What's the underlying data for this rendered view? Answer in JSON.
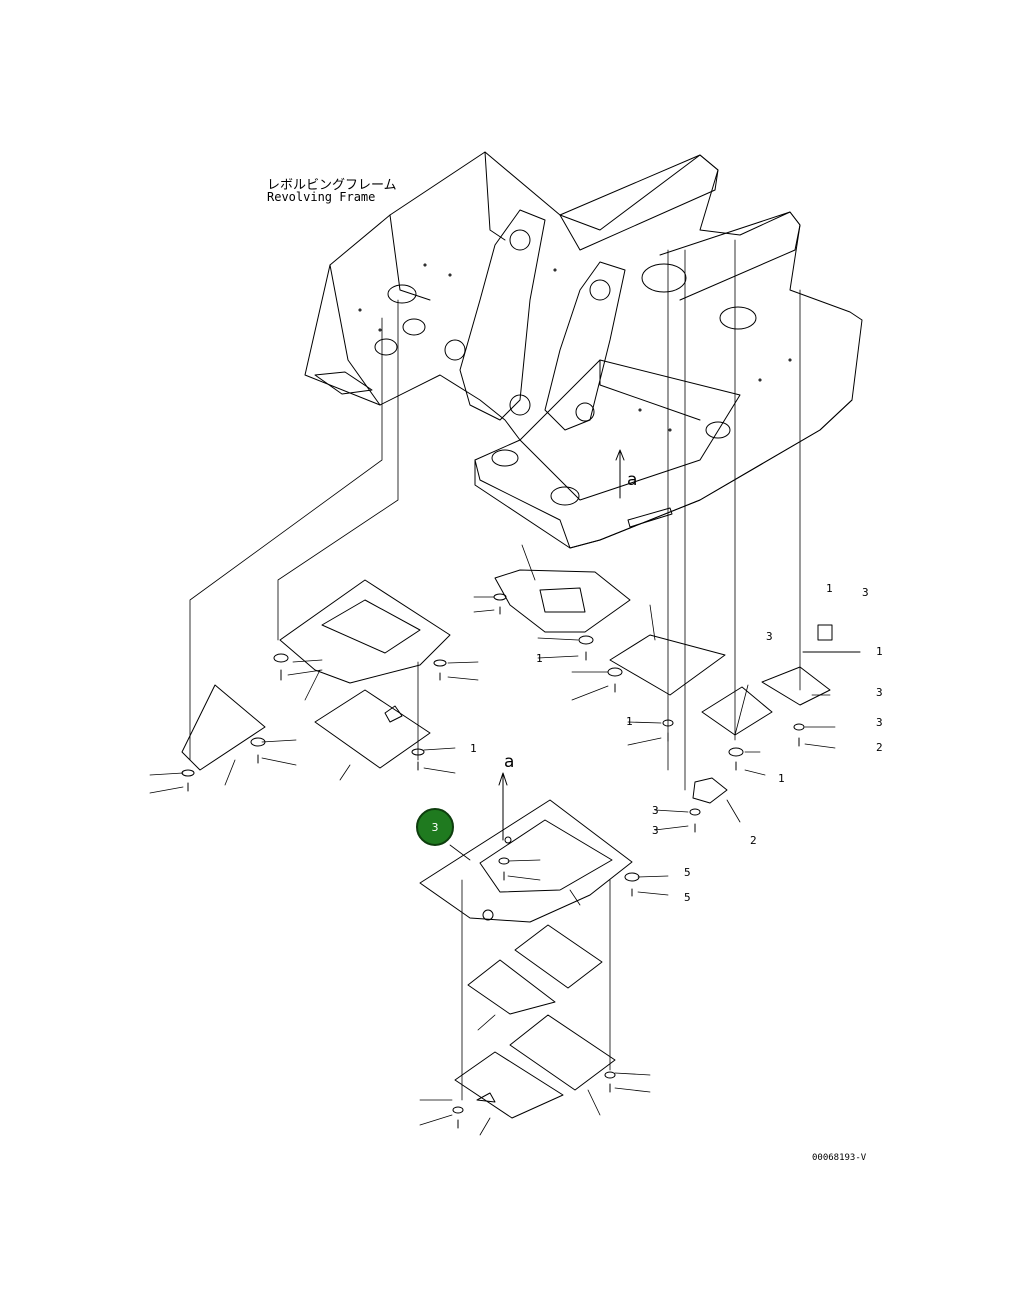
{
  "diagram": {
    "frame_label_jp": "レボルビングフレーム",
    "frame_label_en": "Revolving Frame",
    "view_marker_top": "a",
    "view_marker_bottom": "a",
    "drawing_id": "00068193-V",
    "callout": {
      "number": "3",
      "color": "#1f7a1f"
    },
    "part_numbers": [
      "1",
      "3",
      "1",
      "3",
      "3",
      "3",
      "2",
      "1",
      "2",
      "1",
      "3",
      "3",
      "5",
      "5",
      "1",
      "1"
    ]
  }
}
